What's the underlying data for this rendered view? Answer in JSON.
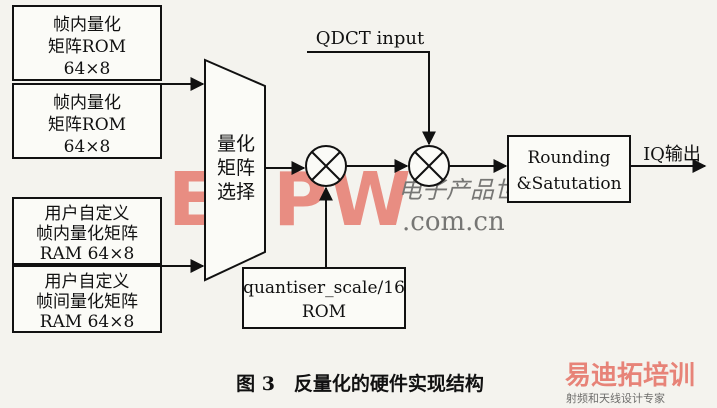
{
  "blocks": {
    "rom_intra_1": [
      "帧内量化",
      "矩阵ROM",
      "64×8"
    ],
    "rom_intra_2": [
      "帧内量化",
      "矩阵ROM",
      "64×8"
    ],
    "ram_intra": [
      "用户自定义",
      "帧内量化矩阵",
      "RAM 64×8"
    ],
    "ram_inter": [
      "用户自定义",
      "帧间量化矩阵",
      "RAM 64×8"
    ],
    "mux": [
      "量化",
      "矩阵",
      "选择"
    ],
    "qscale": [
      "quantiser_scale/16",
      "ROM"
    ],
    "rounding": [
      "Rounding",
      "&Satutation"
    ]
  },
  "labels": {
    "qdct_input": "QDCT input",
    "iq_output": "IQ输出"
  },
  "caption": "图 3　反量化的硬件实现结构",
  "watermark": {
    "logo": "EEPW",
    "tagline": "电子产品世界",
    "url": ".com.cn",
    "corner_logo": "易迪拓培训",
    "corner_sub": "射频和天线设计专家"
  },
  "colors": {
    "watermark_red": "#e03a2a",
    "watermark_gray": "#9a9a9a"
  }
}
